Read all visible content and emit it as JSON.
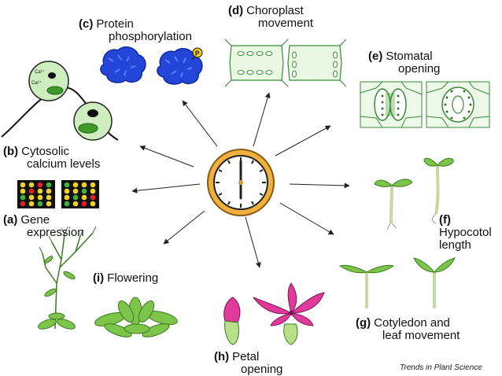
{
  "labels": {
    "a": {
      "letter": "(a)",
      "line1": "Gene",
      "line2": "expression"
    },
    "b": {
      "letter": "(b)",
      "line1": "Cytosolic",
      "line2": "calcium levels"
    },
    "c": {
      "letter": "(c)",
      "line1": "Protein",
      "line2": "phosphorylation"
    },
    "d": {
      "letter": "(d)",
      "line1": "Choroplast",
      "line2": "movement"
    },
    "e": {
      "letter": "(e)",
      "line1": "Stomatal",
      "line2": "opening"
    },
    "f": {
      "letter": "(f)",
      "line1": "Hypocotol",
      "line2": "length"
    },
    "g": {
      "letter": "(g)",
      "line1": "Cotyledon and",
      "line2": "leaf movement"
    },
    "h": {
      "letter": "(h)",
      "line1": "Petal",
      "line2": "opening"
    },
    "i": {
      "letter": "(i)",
      "line1": "Flowering"
    }
  },
  "calcium_ion_text": "Ca²⁺",
  "phospho_mark": "P",
  "credit": "Trends in Plant Science",
  "colors": {
    "leaf_green": "#7cc44a",
    "cell_green": "#cfeec0",
    "chloroplast": "#3f9a2a",
    "protein_blue": "#2446d8",
    "clock_rim": "#d99a2b",
    "petal_pink": "#e03a9a",
    "gene_red": "#e0202a",
    "gene_yellow": "#f2d12a",
    "gene_green": "#3cb63c"
  }
}
